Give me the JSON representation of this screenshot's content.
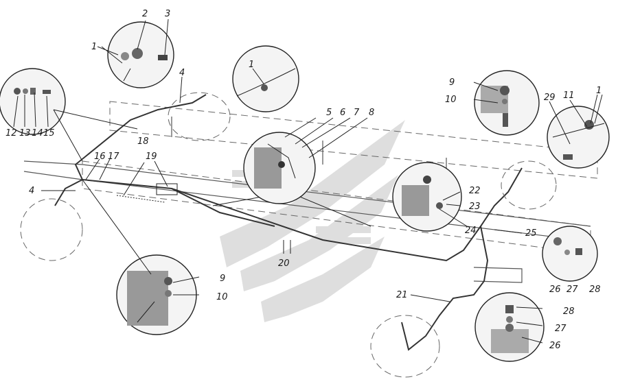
{
  "callouts": [
    {
      "id": "c1a",
      "text": "1"
    },
    {
      "id": "c2",
      "text": "2"
    },
    {
      "id": "c3",
      "text": "3"
    },
    {
      "id": "c4a",
      "text": "4"
    },
    {
      "id": "c1b",
      "text": "1"
    },
    {
      "id": "c12",
      "text": "12"
    },
    {
      "id": "c13",
      "text": "13"
    },
    {
      "id": "c14",
      "text": "14"
    },
    {
      "id": "c15",
      "text": "15"
    },
    {
      "id": "c5",
      "text": "5"
    },
    {
      "id": "c6",
      "text": "6"
    },
    {
      "id": "c7",
      "text": "7"
    },
    {
      "id": "c8",
      "text": "8"
    },
    {
      "id": "c9a",
      "text": "9"
    },
    {
      "id": "c10a",
      "text": "10"
    },
    {
      "id": "c29",
      "text": "29"
    },
    {
      "id": "c11",
      "text": "11"
    },
    {
      "id": "c1c",
      "text": "1"
    },
    {
      "id": "c16",
      "text": "16"
    },
    {
      "id": "c17",
      "text": "17"
    },
    {
      "id": "c18",
      "text": "18"
    },
    {
      "id": "c19",
      "text": "19"
    },
    {
      "id": "c4b",
      "text": "4"
    },
    {
      "id": "c22",
      "text": "22"
    },
    {
      "id": "c23",
      "text": "23"
    },
    {
      "id": "c24",
      "text": "24"
    },
    {
      "id": "c25",
      "text": "25"
    },
    {
      "id": "c20",
      "text": "20"
    },
    {
      "id": "c26a",
      "text": "26"
    },
    {
      "id": "c27a",
      "text": "27"
    },
    {
      "id": "c28a",
      "text": "28"
    },
    {
      "id": "c9b",
      "text": "9"
    },
    {
      "id": "c10b",
      "text": "10"
    },
    {
      "id": "c21",
      "text": "21"
    },
    {
      "id": "c28b",
      "text": "28"
    },
    {
      "id": "c27b",
      "text": "27"
    },
    {
      "id": "c26b",
      "text": "26"
    }
  ],
  "colors": {
    "ink": "#222222",
    "watermark": "#d6d6d6",
    "detail_fill": "#f4f4f4"
  },
  "watermark": "stylized-arrow-logo"
}
